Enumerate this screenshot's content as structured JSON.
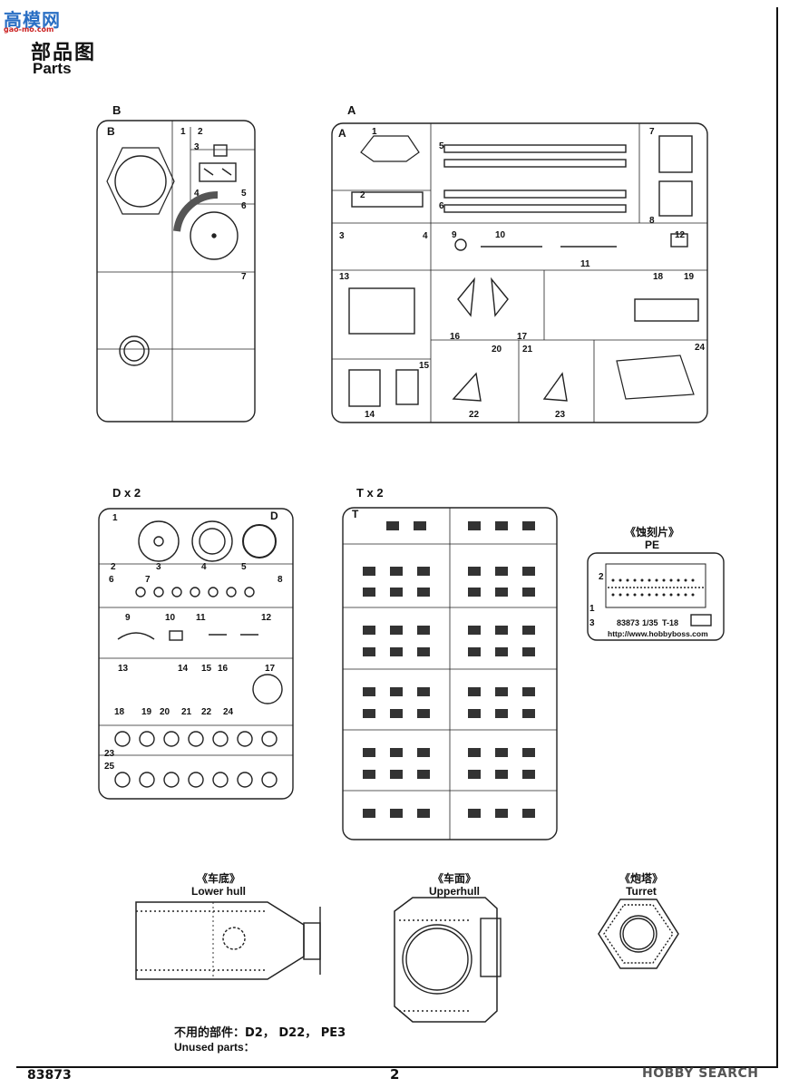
{
  "watermark": {
    "logo": "高模网",
    "url": "gao-mo.com"
  },
  "header": {
    "title_cn": "部品图",
    "title_en": "Parts"
  },
  "sprues": {
    "B": {
      "label": "B",
      "corner": "B",
      "numbers": [
        "1",
        "2",
        "3",
        "4",
        "5",
        "6",
        "7"
      ]
    },
    "A": {
      "label": "A",
      "corner": "A",
      "numbers": [
        "1",
        "2",
        "3",
        "4",
        "5",
        "6",
        "7",
        "8",
        "9",
        "10",
        "11",
        "12",
        "13",
        "14",
        "15",
        "16",
        "17",
        "18",
        "19",
        "20",
        "21",
        "22",
        "23",
        "24"
      ]
    },
    "D": {
      "label": "D x 2",
      "corner": "D",
      "numbers": [
        "1",
        "2",
        "3",
        "4",
        "5",
        "6",
        "7",
        "8",
        "9",
        "10",
        "11",
        "12",
        "13",
        "14",
        "15",
        "16",
        "17",
        "18",
        "19",
        "20",
        "21",
        "22",
        "23",
        "24",
        "25"
      ]
    },
    "T": {
      "label": "T x 2",
      "corner": "T"
    }
  },
  "pe": {
    "caption_cn": "《蚀刻片》",
    "caption_en": "PE",
    "code": "83873",
    "scale": "1/35",
    "model": "T-18",
    "url": "http://www.hobbyboss.com",
    "numbers": [
      "1",
      "2",
      "3"
    ]
  },
  "hull": {
    "lower_cn": "《车底》",
    "lower_en": "Lower hull",
    "upper_cn": "《车面》",
    "upper_en": "Upperhull",
    "turret_cn": "《炮塔》",
    "turret_en": "Turret"
  },
  "unused": {
    "label_cn": "不用的部件：D2， D22， PE3",
    "label_en": "Unused parts："
  },
  "footer": {
    "code": "83873",
    "page": "2",
    "brand": "HOBBY SEARCH"
  }
}
